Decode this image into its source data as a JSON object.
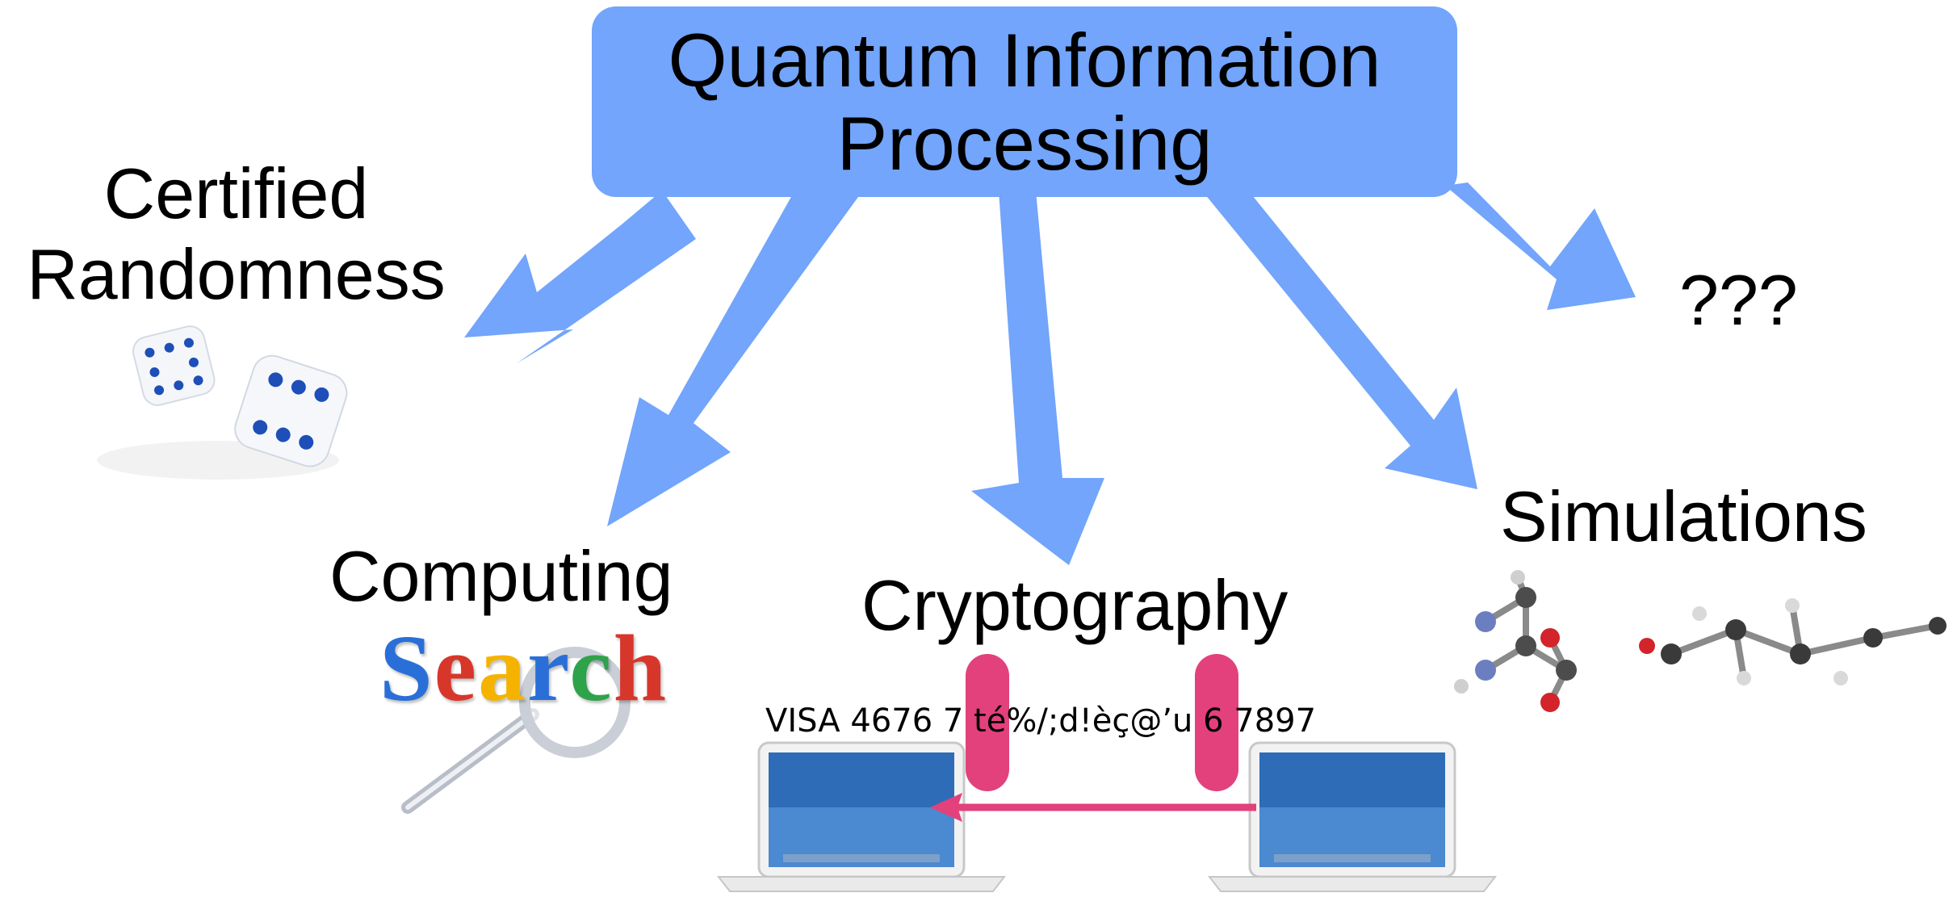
{
  "title": {
    "line1": "Quantum Information",
    "line2": "Processing"
  },
  "branches": {
    "certified_line1": "Certified",
    "certified_line2": "Randomness",
    "computing": "Computing",
    "cryptography": "Cryptography",
    "simulations": "Simulations",
    "unknown": "???"
  },
  "illustrations": {
    "search_logo": {
      "letters": [
        "S",
        "e",
        "a",
        "r",
        "c",
        "h"
      ],
      "colors": [
        "#2a6fd8",
        "#d7372b",
        "#f5b300",
        "#2a6fd8",
        "#2fa34a",
        "#d7372b"
      ]
    },
    "visa_text": "VISA 4676 7  té%/;d!èç@’u  6 7897",
    "icons": [
      "dice-icon",
      "magnifier-icon",
      "laptop-icon",
      "molecule-icon"
    ]
  },
  "colors": {
    "accent_blue": "#72a5fb",
    "crypto_pink": "#e2417b"
  }
}
